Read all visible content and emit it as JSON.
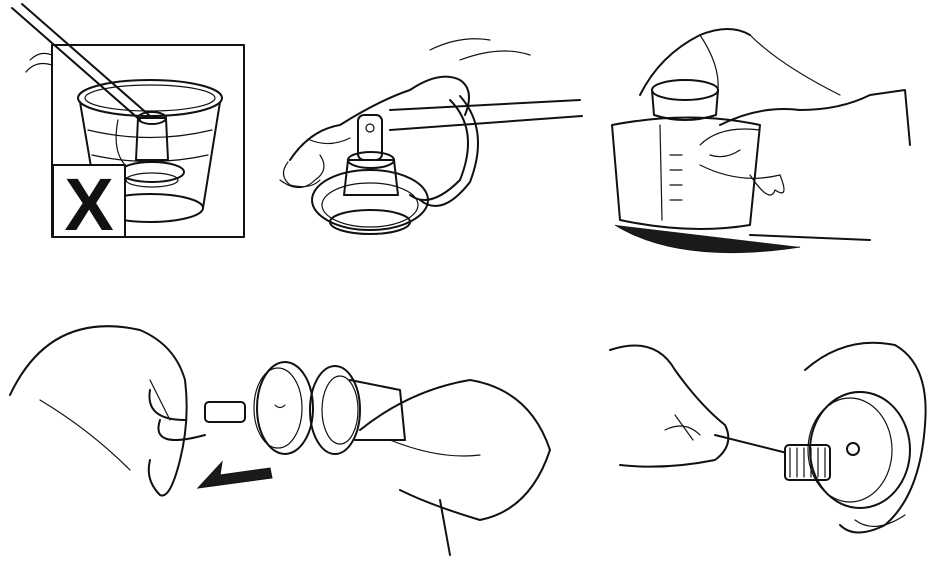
{
  "panels": [
    {
      "id": "bucket-soak",
      "badge": {
        "text": "X",
        "meaning": "not-allowed"
      }
    },
    {
      "id": "wipe-valve-cloth"
    },
    {
      "id": "wipe-tank-cloth"
    },
    {
      "id": "disassemble-valve"
    },
    {
      "id": "brush-filter"
    }
  ],
  "icons": {
    "prohibited": "x-mark-icon",
    "direction": "arrow-left-icon"
  },
  "colors": {
    "ink": "#111111",
    "background": "#ffffff"
  }
}
